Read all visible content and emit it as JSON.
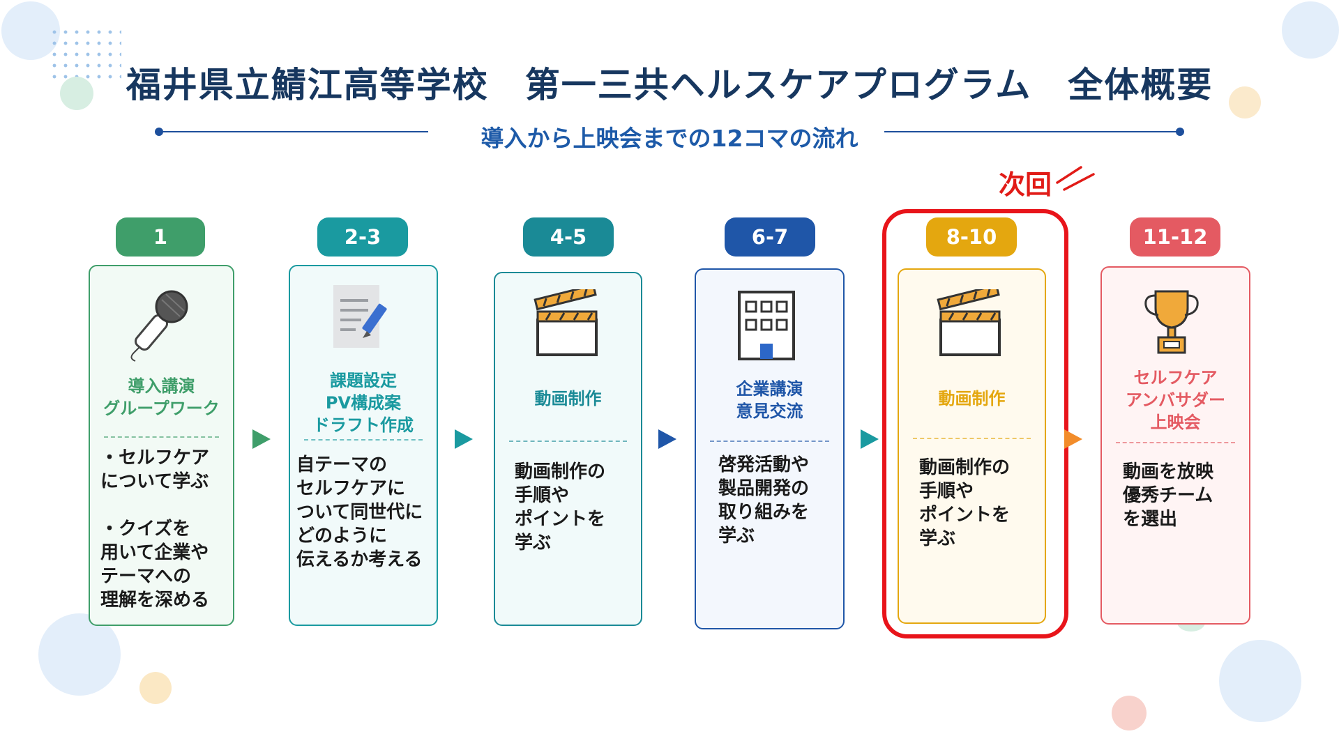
{
  "title": "福井県立鯖江高等学校　第一三共ヘルスケアプログラム　全体概要",
  "subtitle": "導入から上映会までの12コマの流れ",
  "next_label": "次回",
  "colors": {
    "navy": "#17375f",
    "blue_accent": "#1d5aa8",
    "highlight_red": "#e8141a"
  },
  "steps": [
    {
      "session": "1",
      "title_lines": [
        "導入講演",
        "グループワーク"
      ],
      "icon": "microphone-icon",
      "description": "・セルフケア\nについて学ぶ\n\n・クイズを\n用いて企業や\nテーマへの\n理解を深める",
      "color": "#3f9e6a",
      "bg": "#f2faf5"
    },
    {
      "session": "2-3",
      "title_lines": [
        "課題設定",
        "PV構成案",
        "ドラフト作成"
      ],
      "icon": "document-pen-icon",
      "description": "自テーマの\nセルフケアに\nついて同世代に\nどのように\n伝えるか考える",
      "color": "#1a9aa0",
      "bg": "#f1fafa"
    },
    {
      "session": "4-5",
      "title_lines": [
        "動画制作"
      ],
      "icon": "clapperboard-icon",
      "description": "動画制作の\n手順や\nポイントを\n学ぶ",
      "color": "#1a8a96",
      "bg": "#f1fafa"
    },
    {
      "session": "6-7",
      "title_lines": [
        "企業講演",
        "意見交流"
      ],
      "icon": "office-building-icon",
      "description": "啓発活動や\n製品開発の\n取り組みを\n学ぶ",
      "color": "#1f56a8",
      "bg": "#f3f7fd"
    },
    {
      "session": "8-10",
      "title_lines": [
        "動画制作"
      ],
      "icon": "clapperboard-icon",
      "description": "動画制作の\n手順や\nポイントを\n学ぶ",
      "color": "#e4a70f",
      "bg": "#fffaee"
    },
    {
      "session": "11-12",
      "title_lines": [
        "セルフケア",
        "アンバサダー",
        "上映会"
      ],
      "icon": "trophy-icon",
      "description": "動画を放映\n優秀チーム\nを選出",
      "color": "#e45a62",
      "bg": "#fff4f4"
    }
  ]
}
